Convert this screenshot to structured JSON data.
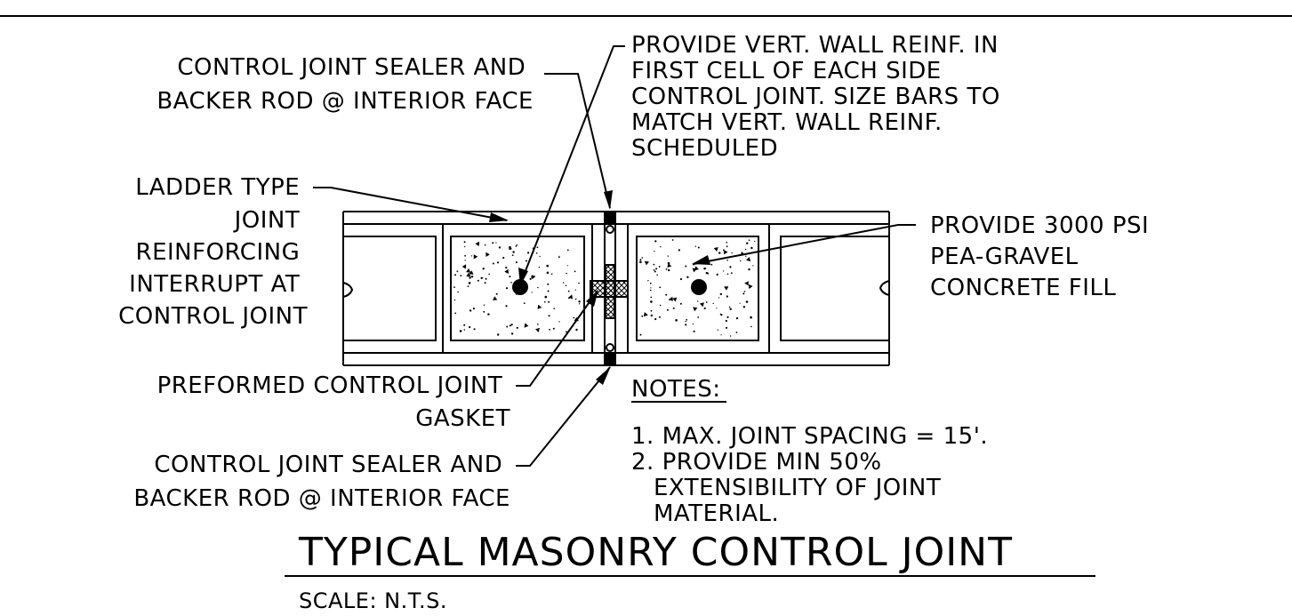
{
  "labels": {
    "sealer_top": [
      "CONTROL JOINT SEALER AND",
      "BACKER ROD @ INTERIOR FACE"
    ],
    "vert_reinf": [
      "PROVIDE VERT. WALL REINF. IN",
      "FIRST CELL OF EACH SIDE",
      "CONTROL JOINT. SIZE BARS TO",
      "MATCH VERT. WALL REINF.",
      "SCHEDULED"
    ],
    "ladder": [
      "LADDER TYPE",
      "JOINT",
      "REINFORCING",
      "INTERRUPT AT",
      "CONTROL JOINT"
    ],
    "concrete_fill": [
      "PROVIDE 3000 PSI",
      "PEA-GRAVEL",
      "CONCRETE FILL"
    ],
    "gasket": [
      "PREFORMED CONTROL JOINT",
      "GASKET"
    ],
    "sealer_bottom": [
      "CONTROL JOINT SEALER AND",
      "BACKER ROD @ INTERIOR FACE"
    ]
  },
  "notes": {
    "heading": "NOTES:",
    "items": [
      "1. MAX. JOINT SPACING = 15'.",
      "2. PROVIDE MIN 50%",
      "EXTENSIBILITY OF JOINT",
      "MATERIAL."
    ]
  },
  "title": "TYPICAL MASONRY CONTROL JOINT",
  "scale": "SCALE: N.T.S."
}
